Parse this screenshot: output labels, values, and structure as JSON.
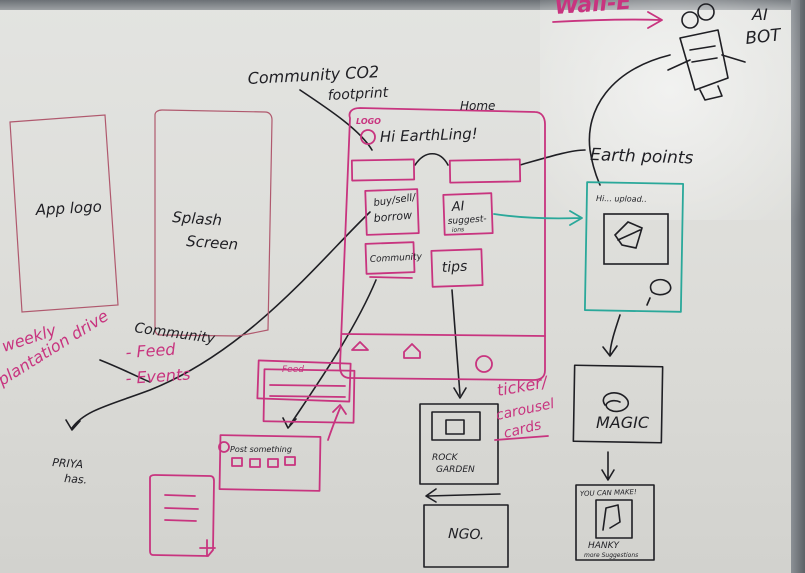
{
  "colors": {
    "black": "#1f1f24",
    "pink": "#c8347f",
    "teal": "#2aa89a"
  },
  "text": {
    "top_title": "Wall-E",
    "ai_bot_1": "AI",
    "ai_bot_2": "BOT",
    "community_co2": "Community CO2",
    "footprint": "footprint",
    "home": "Home",
    "logo_small": "LOGO",
    "hi_earthling": "Hi EarthLing!",
    "earth_points": "Earth points",
    "app_logo": "App logo",
    "splash": "Splash",
    "screen": "Screen",
    "buy_sell": "buy/sell/",
    "borrow": "borrow",
    "ai": "AI",
    "suggestions": "suggest-",
    "suggestions2": "ions",
    "community_btn": "Community",
    "tips": "tips",
    "hi_upload": "Hi... upload..",
    "weekly": "weekly",
    "plantation": "plantation drive",
    "community_list": "Community",
    "feed": "- Feed",
    "events": "- Events",
    "priya": "PRIYA",
    "has": "has.",
    "feed_card": "Feed",
    "post_something": "Post something",
    "ticker": "ticker/",
    "carousel": "carousel",
    "cards": "cards",
    "rock": "ROCK",
    "garden": "GARDEN",
    "magic": "MAGIC",
    "you_can_make": "YOU CAN MAKE!",
    "hanky": "HANKY",
    "more_suggestions": "more Suggestions",
    "ngo": "NGO."
  }
}
